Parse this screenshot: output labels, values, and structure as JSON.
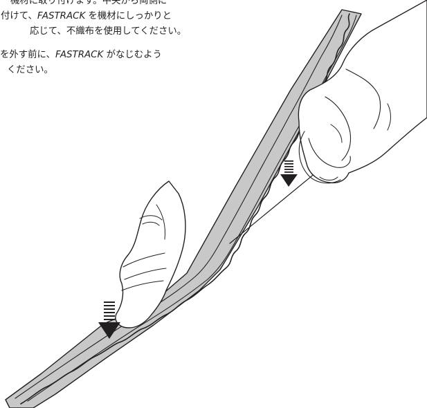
{
  "instructions": {
    "para1": [
      {
        "pre": "機材に取り付けます。中央から両側に",
        "brand": "",
        "post": ""
      },
      {
        "pre": "付けて、",
        "brand": "FASTRACK",
        "post": " を機材にしっかりと"
      },
      {
        "pre": "応じて、不織布を使用してください。",
        "brand": "",
        "post": ""
      }
    ],
    "para2": [
      {
        "pre": "を外す前に、",
        "brand": "FASTRACK",
        "post": " がなじむよう"
      },
      {
        "pre": "ください。",
        "brand": "",
        "post": ""
      }
    ]
  },
  "colors": {
    "ink": "#231f20",
    "track_fill": "#c8c8c8",
    "skin": "#ffffff"
  },
  "icons": [
    "down-arrow-icon"
  ]
}
